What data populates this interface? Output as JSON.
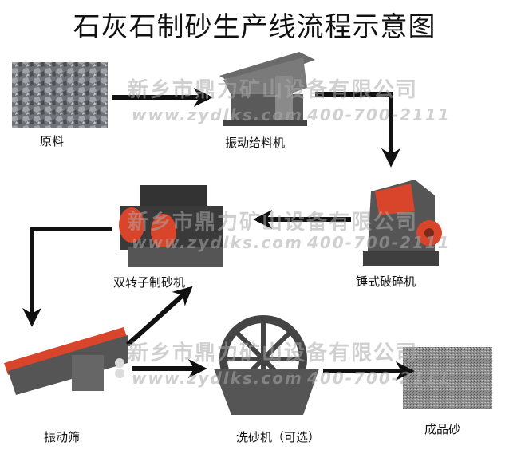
{
  "title": "石灰石制砂生产线流程示意图",
  "watermark": {
    "company": "新乡市鼎力矿山设备有限公司",
    "website": "www.zydlks.com",
    "phone": "400-700-2111"
  },
  "steps": [
    {
      "id": "raw",
      "label": "原料"
    },
    {
      "id": "feeder",
      "label": "振动给料机"
    },
    {
      "id": "hammer",
      "label": "锤式破碎机"
    },
    {
      "id": "rotor",
      "label": "双转子制砂机"
    },
    {
      "id": "screen",
      "label": "振动筛"
    },
    {
      "id": "washer",
      "label": "洗砂机（可选）"
    },
    {
      "id": "product",
      "label": "成品砂"
    }
  ],
  "colors": {
    "machine": "#5a5a5a",
    "accent": "#d8452b",
    "arrow": "#111111"
  }
}
